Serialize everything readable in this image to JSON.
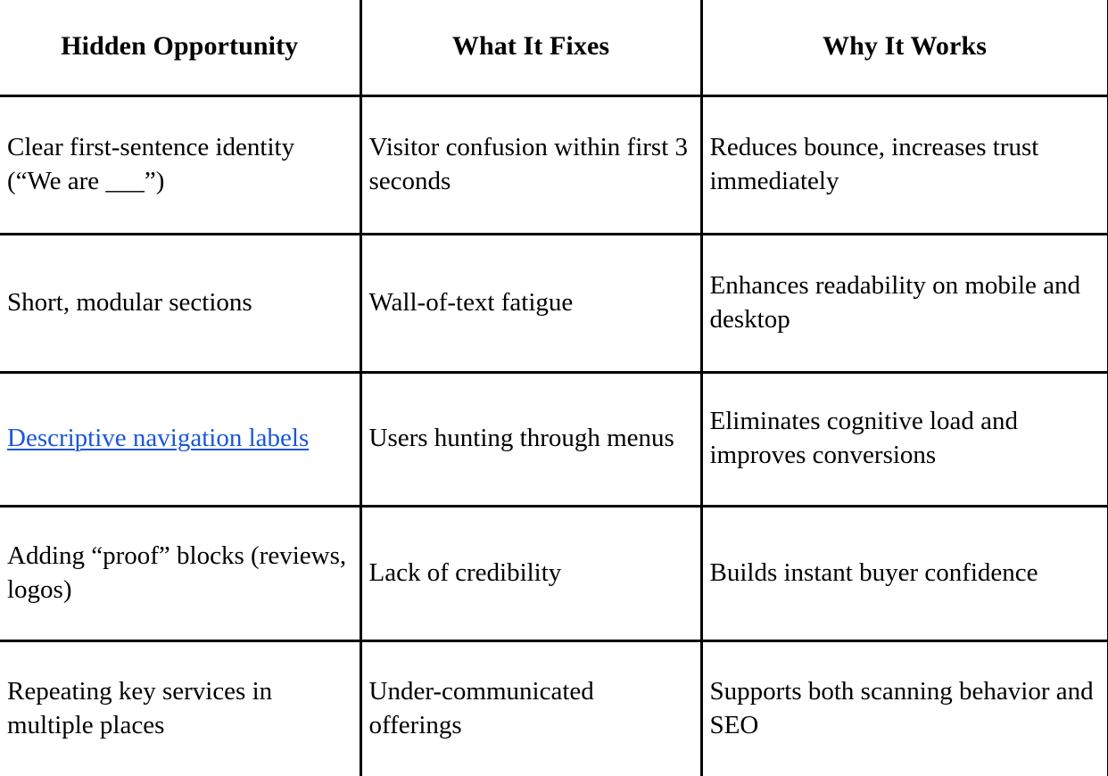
{
  "table": {
    "columns": [
      {
        "key": "opportunity",
        "header": "Hidden Opportunity"
      },
      {
        "key": "fixes",
        "header": "What It Fixes"
      },
      {
        "key": "works",
        "header": "Why It Works"
      }
    ],
    "link_color": "#1a56db",
    "border_color": "#000000",
    "background_color": "#ffffff",
    "text_color": "#000000",
    "rows": [
      {
        "opportunity": "Clear first-sentence identity (“We are ___”)",
        "opportunity_is_link": false,
        "fixes": "Visitor confusion within first 3 seconds",
        "works": "Reduces bounce, increases trust immediately"
      },
      {
        "opportunity": "Short, modular sections",
        "opportunity_is_link": false,
        "fixes": "Wall-of-text fatigue",
        "works": "Enhances readability on mobile and desktop"
      },
      {
        "opportunity": "Descriptive navigation labels",
        "opportunity_is_link": true,
        "fixes": "Users hunting through menus",
        "works": "Eliminates cognitive load and improves conversions"
      },
      {
        "opportunity": "Adding “proof” blocks (reviews, logos)",
        "opportunity_is_link": false,
        "fixes": "Lack of credibility",
        "works": "Builds instant buyer confidence"
      },
      {
        "opportunity": "Repeating key services in multiple places",
        "opportunity_is_link": false,
        "fixes": "Under-communicated offerings",
        "works": "Supports both scanning behavior and SEO"
      }
    ]
  }
}
